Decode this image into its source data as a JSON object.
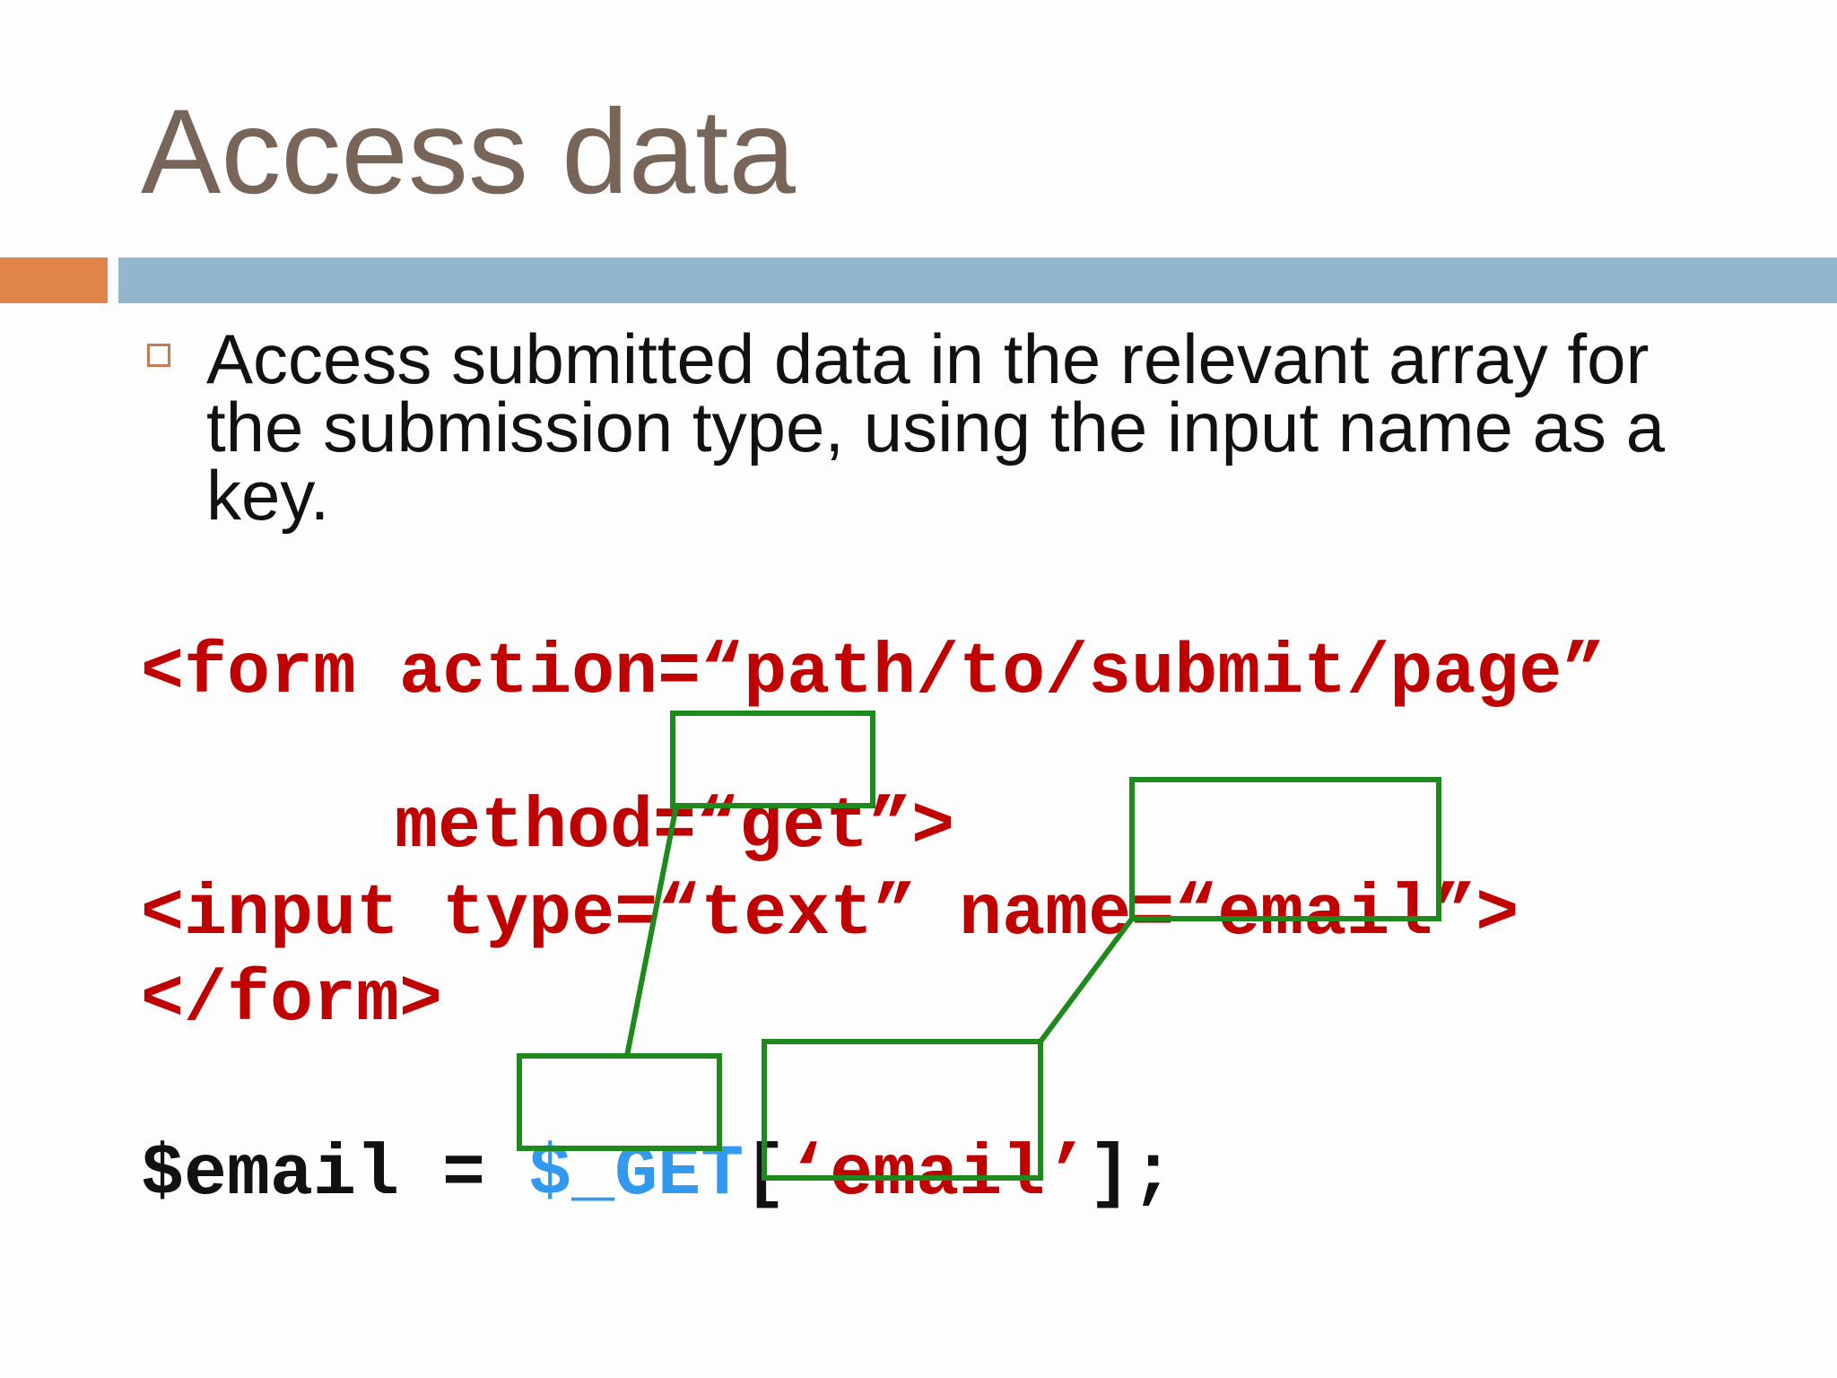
{
  "slide": {
    "title": "Access data",
    "bullet": "Access submitted data in the relevant array for the submission type, using the input name as a key.",
    "code": {
      "line1": "<form action=“path/to/submit/page”",
      "line2": "method=“get”>",
      "line3": "<input type=“text” name=“email”>",
      "line4": "</form>",
      "php_var": "$email = ",
      "php_array": "$_GET",
      "php_open": "[",
      "php_key": "‘email’",
      "php_close": "];"
    }
  },
  "colors": {
    "title": "#77655a",
    "accent_bar": "#e0844a",
    "main_bar": "#93b6cf",
    "code_red": "#c00000",
    "code_blue": "#3399ee",
    "annotation_green": "#1e8a1e",
    "bullet_box": "#c27b55"
  }
}
